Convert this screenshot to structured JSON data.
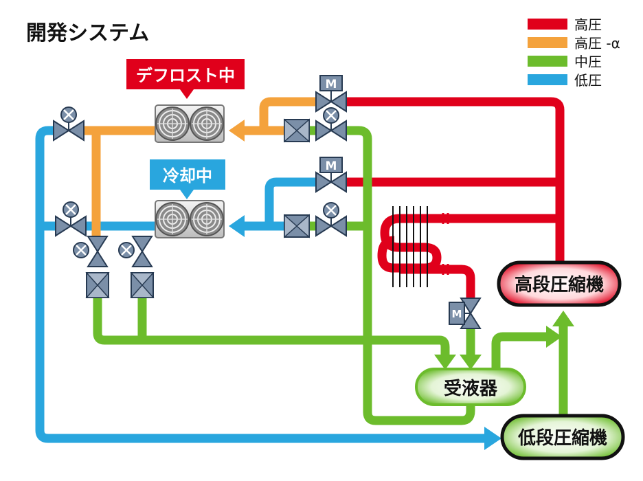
{
  "title": "開発システム",
  "colors": {
    "high": "#e0001b",
    "high_alpha": "#f4a23c",
    "mid": "#6cbc2c",
    "low": "#29a6de",
    "valve": "#7b8fa8",
    "valve_dark": "#273a52"
  },
  "legend": [
    {
      "label": "高圧",
      "color": "#e0001b"
    },
    {
      "label": "高圧 -α",
      "color": "#f4a23c"
    },
    {
      "label": "中圧",
      "color": "#6cbc2c"
    },
    {
      "label": "低圧",
      "color": "#29a6de"
    }
  ],
  "badges": {
    "defrost": "デフロスト中",
    "cooling": "冷却中"
  },
  "components": {
    "receiver": "受液器",
    "high_compressor": "高段圧縮機",
    "low_compressor": "低段圧縮機",
    "motor_valve_letter": "M"
  }
}
